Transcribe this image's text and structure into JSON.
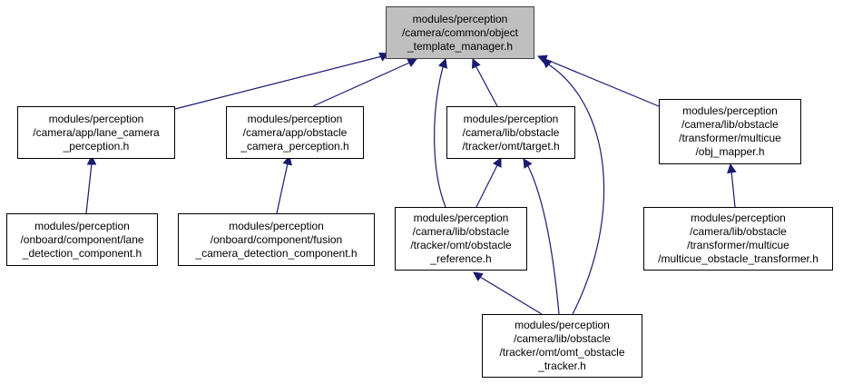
{
  "colors": {
    "edge": "#191970",
    "root_fill": "#bfbfbf",
    "node_fill": "#ffffff",
    "border": "#000000"
  },
  "nodes": [
    {
      "id": "root",
      "label": "modules/perception\n/camera/common/object\n_template_manager.h"
    },
    {
      "id": "lane_camera",
      "label": "modules/perception\n/camera/app/lane_camera\n_perception.h"
    },
    {
      "id": "obstacle_camera",
      "label": "modules/perception\n/camera/app/obstacle\n_camera_perception.h"
    },
    {
      "id": "target",
      "label": "modules/perception\n/camera/lib/obstacle\n/tracker/omt/target.h"
    },
    {
      "id": "obj_mapper",
      "label": "modules/perception\n/camera/lib/obstacle\n/transformer/multicue\n/obj_mapper.h"
    },
    {
      "id": "lane_detection",
      "label": "modules/perception\n/onboard/component/lane\n_detection_component.h"
    },
    {
      "id": "fusion_camera",
      "label": "modules/perception\n/onboard/component/fusion\n_camera_detection_component.h"
    },
    {
      "id": "obstacle_reference",
      "label": "modules/perception\n/camera/lib/obstacle\n/tracker/omt/obstacle\n_reference.h"
    },
    {
      "id": "multicue_transformer",
      "label": "modules/perception\n/camera/lib/obstacle\n/transformer/multicue\n/multicue_obstacle_transformer.h"
    },
    {
      "id": "omt_tracker",
      "label": "modules/perception\n/camera/lib/obstacle\n/tracker/omt/omt_obstacle\n_tracker.h"
    }
  ],
  "edges": [
    [
      "lane_camera",
      "root"
    ],
    [
      "obstacle_camera",
      "root"
    ],
    [
      "target",
      "root"
    ],
    [
      "obj_mapper",
      "root"
    ],
    [
      "obstacle_reference",
      "root"
    ],
    [
      "omt_tracker",
      "root"
    ],
    [
      "lane_detection",
      "lane_camera"
    ],
    [
      "fusion_camera",
      "obstacle_camera"
    ],
    [
      "obstacle_reference",
      "target"
    ],
    [
      "omt_tracker",
      "target"
    ],
    [
      "omt_tracker",
      "obstacle_reference"
    ],
    [
      "multicue_transformer",
      "obj_mapper"
    ]
  ]
}
